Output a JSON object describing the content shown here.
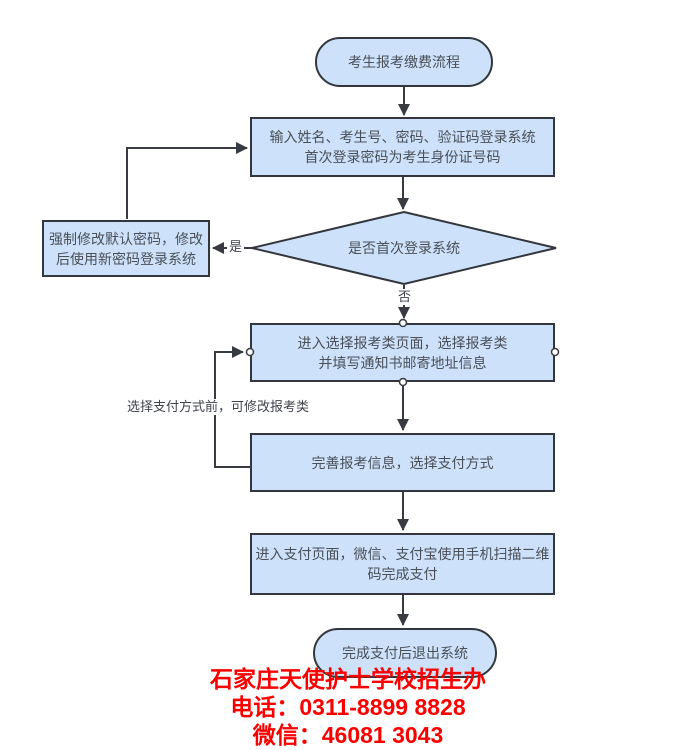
{
  "flowchart": {
    "start_node": "考生报考缴费流程",
    "login_node": {
      "line1": "输入姓名、考生号、密码、验证码登录系统",
      "line2": "首次登录密码为考生身份证号码"
    },
    "decision_node": "是否首次登录系统",
    "yes_label": "是",
    "no_label": "否",
    "force_password_node": {
      "line1": "强制修改默认密码，修改",
      "line2": "后使用新密码登录系统"
    },
    "select_category_node": {
      "line1": "进入选择报考类页面，选择报考类",
      "line2": "并填写通知书邮寄地址信息"
    },
    "modify_hint": "选择支付方式前，可修改报考类",
    "complete_info_node": "完善报考信息，选择支付方式",
    "payment_node": {
      "line1": "进入支付页面，微信、支付宝使用手机扫描二维",
      "line2": "码完成支付"
    },
    "end_node": "完成支付后退出系统"
  },
  "footer": {
    "school_name": "石家庄天使护士学校招生办",
    "phone": "电话：0311-8899 8828",
    "wechat": "微信：46081 3043",
    "text_color": "#fc0000"
  },
  "colors": {
    "node_fill": "#cde2fa",
    "node_border": "#33373d",
    "connector": "#383c42",
    "node_text": "#4a4f58"
  }
}
